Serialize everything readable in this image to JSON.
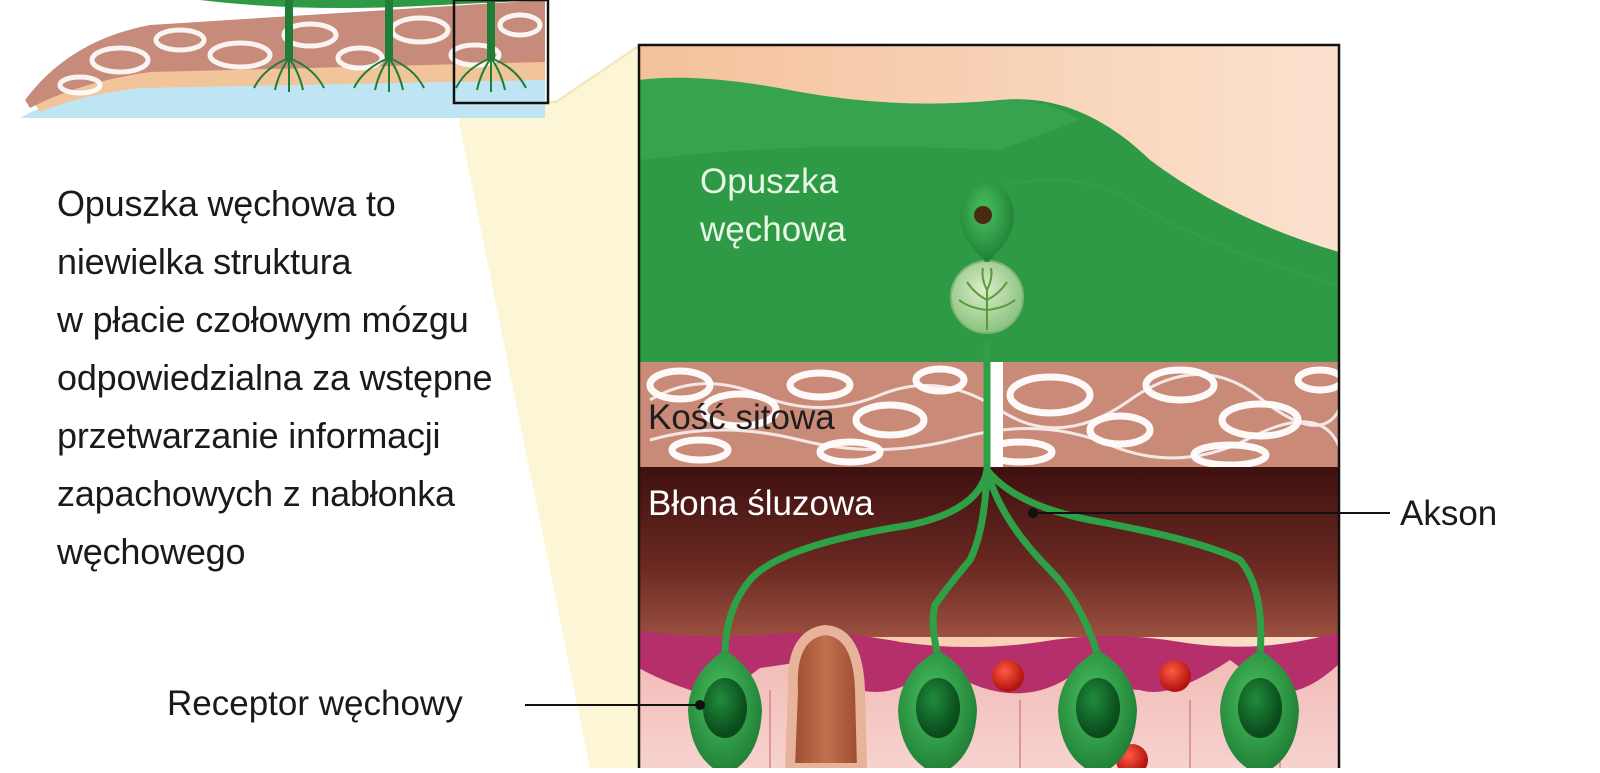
{
  "description": {
    "lines": [
      "Opuszka węchowa to",
      "niewielka struktura",
      "w płacie czołowym mózgu",
      "odpowiedzialna za wstępne",
      "przetwarzanie informacji",
      "zapachowych z nabłonka",
      "węchowego"
    ]
  },
  "labels": {
    "olfactory_bulb": [
      "Opuszka",
      "węchowa"
    ],
    "ethmoid_bone": "Kość sitowa",
    "mucous_membrane": "Błona śluzowa",
    "axon": "Akson",
    "olfactory_receptor": "Receptor węchowy"
  },
  "colors": {
    "bulb_green": "#2e9a45",
    "neuron_green": "#34a24a",
    "bone_tan": "#c98a78",
    "bone_white": "#ffffff",
    "mucosa_dark": "#4a1414",
    "epithelium_pink": "#e8a7a5",
    "magenta": "#b5306b",
    "blood_red": "#d4241d",
    "background_peach": "#f7c7a4",
    "callout_yellow": "#fbf6d0"
  }
}
